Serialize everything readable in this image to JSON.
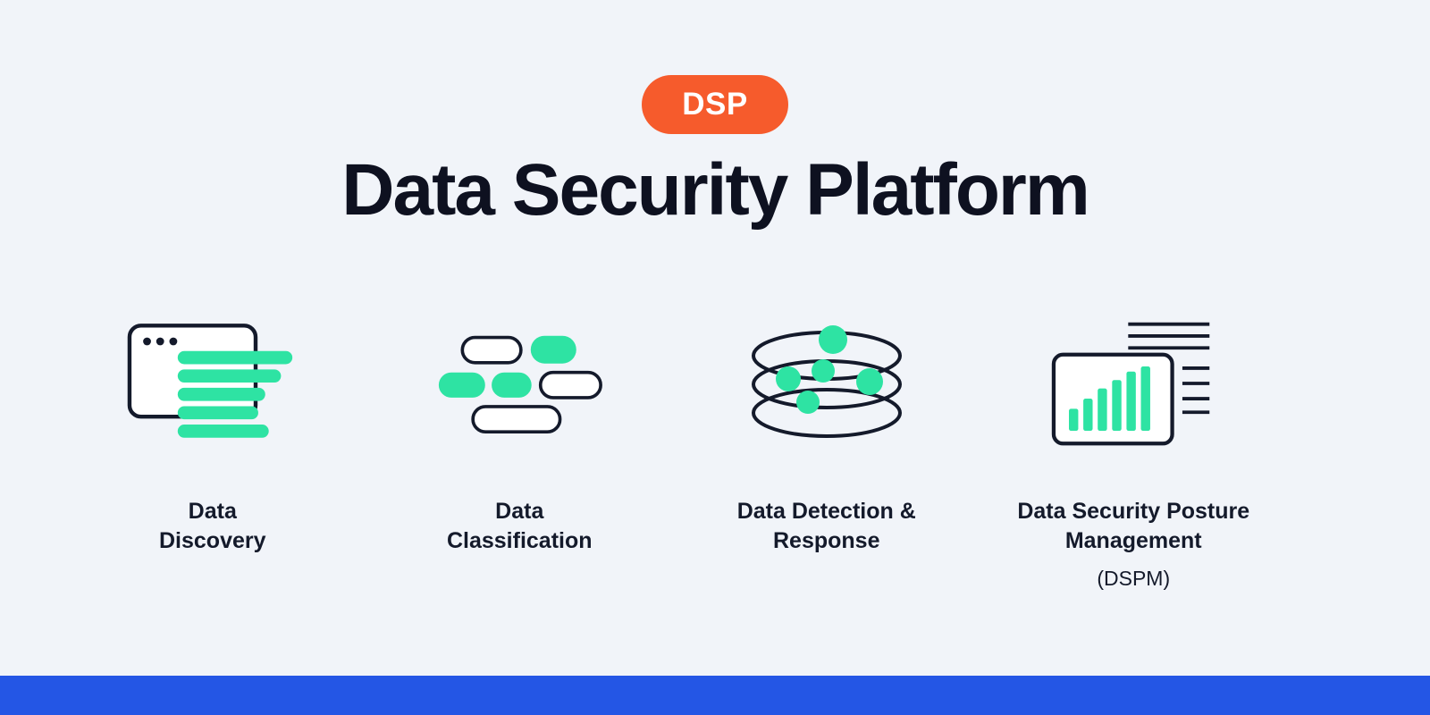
{
  "badge": {
    "label": "DSP"
  },
  "title": "Data Security Platform",
  "features": [
    {
      "label_line1": "Data",
      "label_line2": "Discovery",
      "icon": "browser-list-icon"
    },
    {
      "label_line1": "Data",
      "label_line2": "Classification",
      "icon": "classification-pills-icon"
    },
    {
      "label_line1": "Data Detection &",
      "label_line2": "Response",
      "icon": "database-dots-icon"
    },
    {
      "label_line1": "Data Security Posture",
      "label_line2": "Management",
      "label_sub": "(DSPM)",
      "icon": "chart-report-icon"
    }
  ],
  "colors": {
    "background": "#F1F4F9",
    "badge_orange": "#F65B2C",
    "accent_green": "#2EE3A3",
    "ink": "#141A2B",
    "footer_blue": "#2456E5"
  }
}
